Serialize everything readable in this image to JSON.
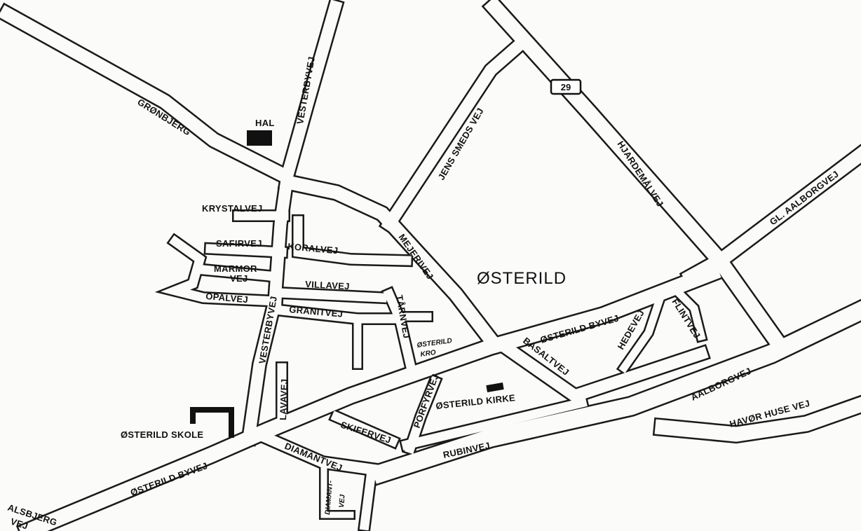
{
  "map": {
    "town_name": "ØSTERILD",
    "route_number": "29",
    "streets": {
      "gronbjerg": "GRØNBJERG",
      "vesterbyvej_n": "VESTERBYVEJ",
      "vesterbyvej_s": "VESTERBYVEJ",
      "jens_smeds_vej": "JENS SMEDS VEJ",
      "hjardemalvej": "HJARDEMÅLVEJ",
      "gl_aalborgvej": "GL. AALBORGVEJ",
      "krystalvej": "KRYSTALVEJ",
      "safirvej": "SAFIRVEJ",
      "koralvej": "KORALVEJ",
      "marmorvej_1": "MARMOR-",
      "marmorvej_2": "VEJ",
      "villavej": "VILLAVEJ",
      "opalvej": "OPALVEJ",
      "granitvej": "GRANITVEJ",
      "mejerivej": "MEJERIVEJ",
      "tarnvej": "TÅRNVEJ",
      "osterild_byvej_e": "ØSTERILD BYVEJ",
      "osterild_byvej_w": "ØSTERILD BYVEJ",
      "flintvej": "FLINTVEJ",
      "hedevej": "HEDEVEJ",
      "basaltvej": "BASALTVEJ",
      "aalborgvej": "AALBORGVEJ",
      "havor_huse_vej": "HAVØR HUSE VEJ",
      "lavavej": "LAVAVEJ",
      "porfyrvej": "PORFYRVEJ",
      "skifervej": "SKIFERVEJ",
      "rubinvej": "RUBINVEJ",
      "diamantvej": "DIAMANTVEJ",
      "diamantvej_small_1": "DIAMANT-",
      "diamantvej_small_2": "VEJ",
      "alsbjerg_1": "ALSBJERG",
      "alsbjerg_2": "VEJ"
    },
    "landmarks": {
      "hal": "HAL",
      "kro_1": "ØSTERILD",
      "kro_2": "KRO",
      "kirke": "ØSTERILD KIRKE",
      "skole": "ØSTERILD SKOLE"
    }
  }
}
